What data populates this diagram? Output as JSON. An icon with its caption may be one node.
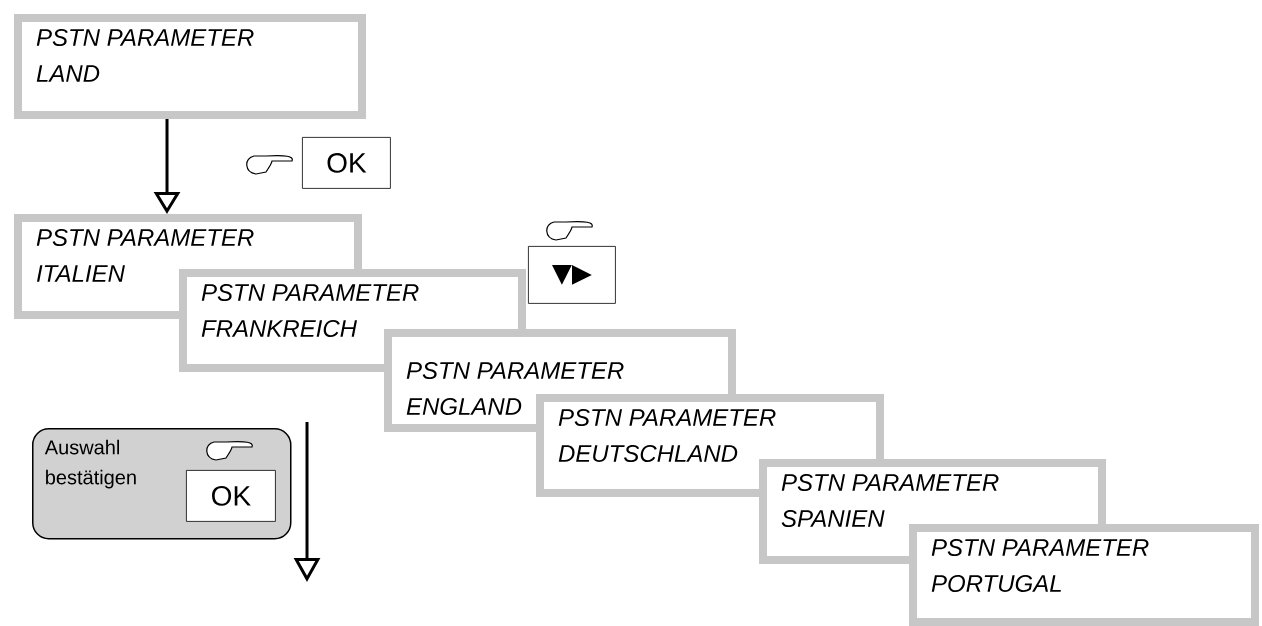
{
  "diagram": {
    "nodes": [
      {
        "text": [
          "PSTN PARAMETER",
          "LAND"
        ]
      },
      {
        "text": [
          "PSTN PARAMETER",
          "ITALIEN"
        ]
      },
      {
        "text": [
          "PSTN PARAMETER",
          "FRANKREICH"
        ]
      },
      {
        "text": [
          "PSTN PARAMETER",
          "ENGLAND"
        ]
      },
      {
        "text": [
          "PSTN PARAMETER",
          "DEUTSCHLAND"
        ]
      },
      {
        "text": [
          "PSTN PARAMETER",
          "SPANIEN"
        ]
      },
      {
        "text": [
          "PSTN PARAMETER",
          "PORTUGAL"
        ]
      },
      {
        "text": [
          "OK"
        ]
      },
      {
        "text": [
          "▼▶"
        ]
      },
      {
        "text": [
          "Auswahl bestätigen"
        ]
      },
      {
        "text": [
          "OK"
        ],
        "in": 9
      }
    ],
    "edges": [
      {
        "from": 0,
        "to": 1,
        "arrow": "to"
      }
    ]
  }
}
